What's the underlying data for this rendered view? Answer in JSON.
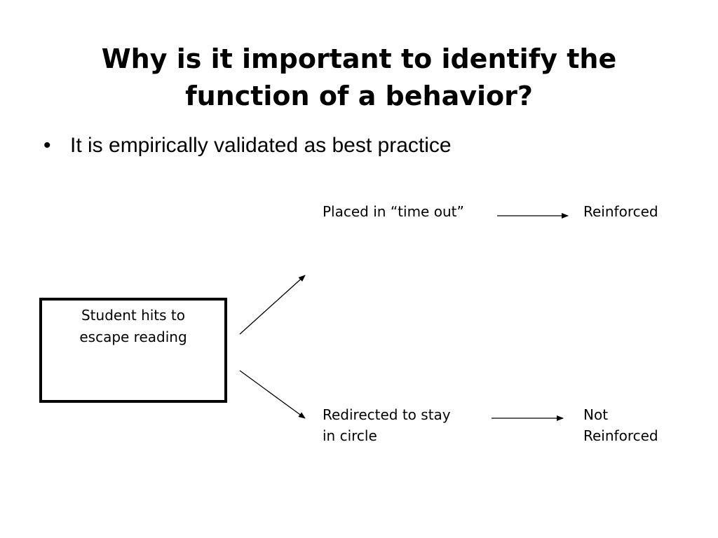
{
  "slide": {
    "title_line1": "Why is it important to identify the",
    "title_line2": "function of a behavior?",
    "bullet_marker": "•",
    "bullet_text": "It is empirically validated as best practice"
  },
  "diagram": {
    "source_line1": "Student hits to",
    "source_line2": "escape reading",
    "top_outcome": "Placed in “time out”",
    "top_result": "Reinforced",
    "bottom_outcome_line1": "Redirected to stay",
    "bottom_outcome_line2": "in circle",
    "bottom_result_line1": "Not",
    "bottom_result_line2": "Reinforced"
  }
}
